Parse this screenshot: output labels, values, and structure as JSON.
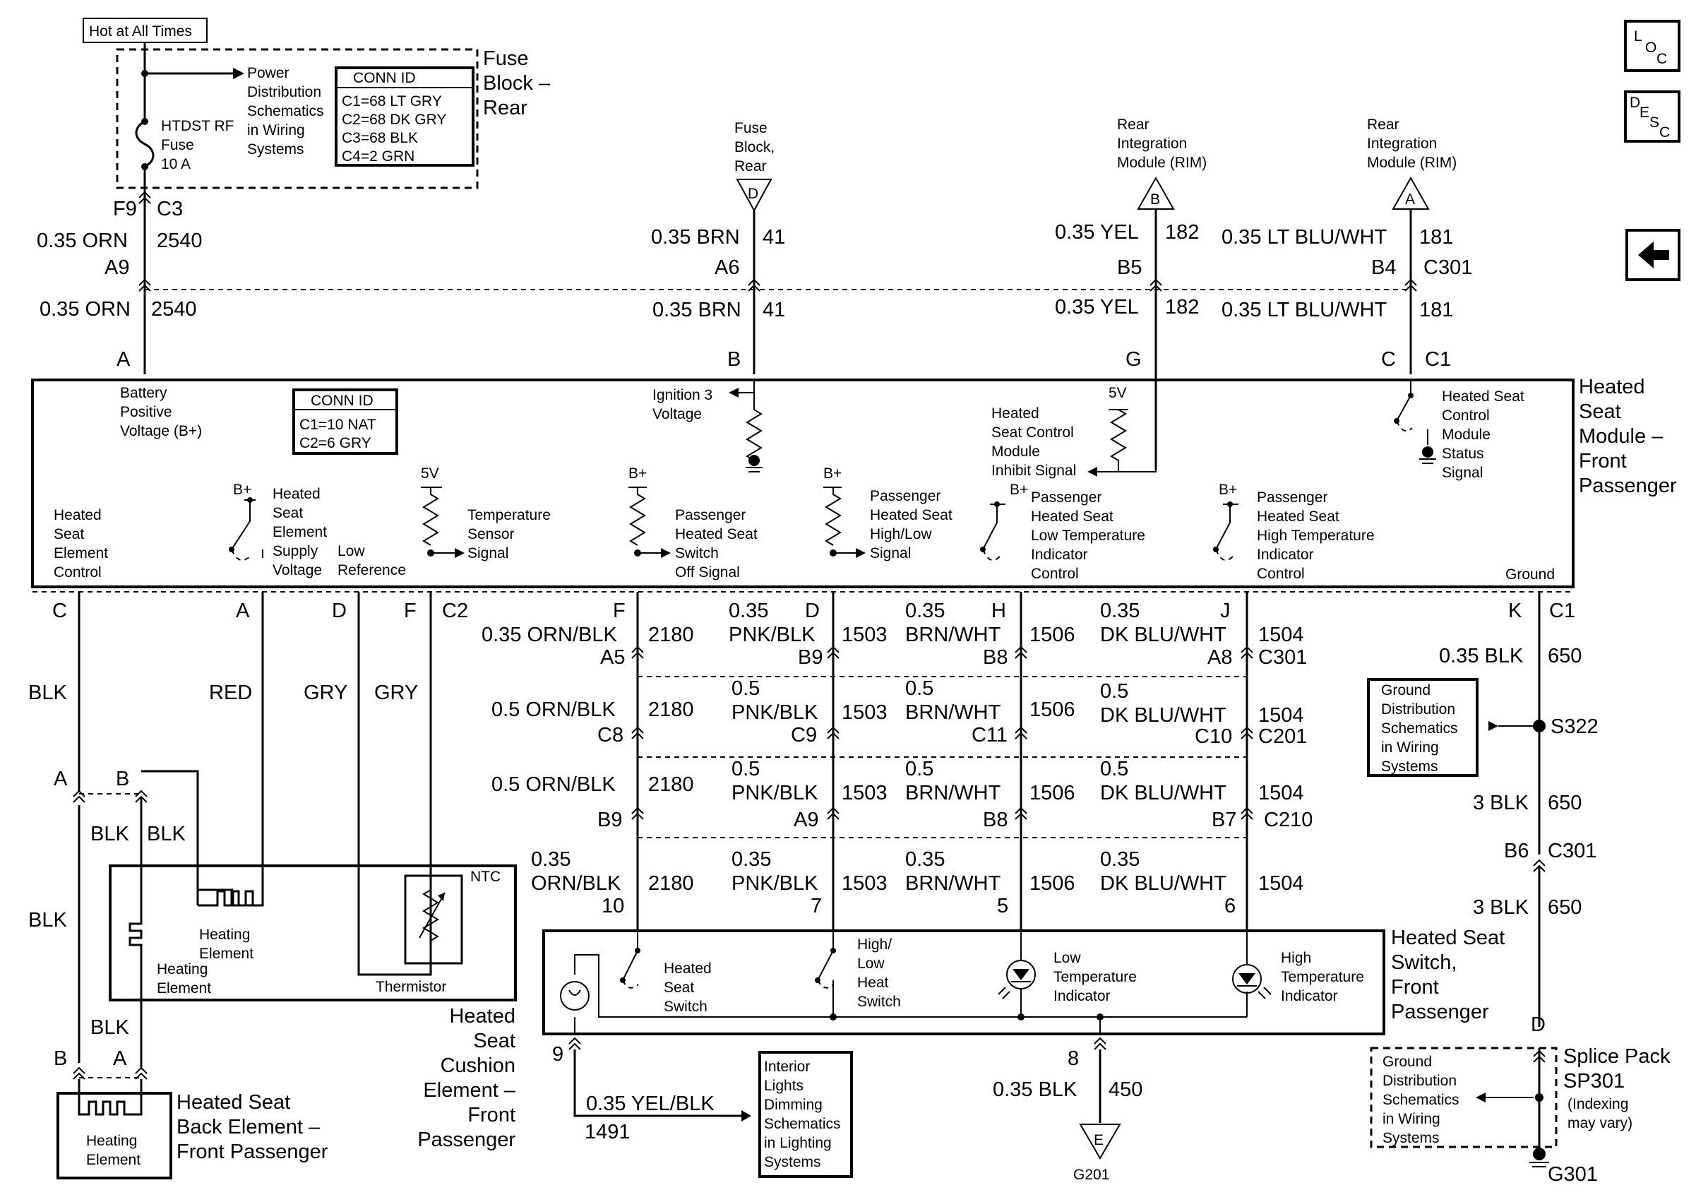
{
  "hot_label": "Hot at All Times",
  "fuse_block_rear": {
    "title": [
      "Fuse",
      "Block –",
      "Rear"
    ],
    "power_dist_ref": [
      "Power",
      "Distribution",
      "Schematics",
      "in Wiring",
      "Systems"
    ],
    "fuse_label": [
      "HTDST RF",
      "Fuse",
      "10 A"
    ],
    "conn_id": {
      "header": "CONN ID",
      "lines": [
        "C1=68 LT GRY",
        "C2=68 DK GRY",
        "C3=68 BLK",
        "C4=2 GRN"
      ]
    }
  },
  "inputs": {
    "fuse_d": {
      "label": [
        "Fuse",
        "Block,",
        "Rear"
      ],
      "letter": "D"
    },
    "rim_b": {
      "label": [
        "Rear",
        "Integration",
        "Module (RIM)"
      ],
      "letter": "B"
    },
    "rim_a": {
      "label": [
        "Rear",
        "Integration",
        "Module (RIM)"
      ],
      "letter": "A"
    }
  },
  "upper_wires": {
    "orn": {
      "pin_top": "F9",
      "conn_top": "C3",
      "wire1": "0.35 ORN",
      "circ1": "2540",
      "pin_mid": "A9",
      "wire2": "0.35 ORN",
      "circ2": "2540",
      "module_pin": "A"
    },
    "brn": {
      "wire1": "0.35 BRN",
      "circ1": "41",
      "pin_mid": "A6",
      "wire2": "0.35 BRN",
      "circ2": "41",
      "module_pin": "B"
    },
    "yel": {
      "wire1": "0.35 YEL",
      "circ1": "182",
      "pin_mid": "B5",
      "wire2": "0.35 YEL",
      "circ2": "182",
      "module_pin": "G"
    },
    "ltblu": {
      "wire1": "0.35 LT BLU/WHT",
      "circ1": "181",
      "pin_mid": "B4",
      "conn_mid": "C301",
      "wire2": "0.35 LT BLU/WHT",
      "circ2": "181",
      "module_pin": "C",
      "module_conn": "C1"
    }
  },
  "module": {
    "title": [
      "Heated",
      "Seat",
      "Module –",
      "Front",
      "Passenger"
    ],
    "battery": [
      "Battery",
      "Positive",
      "Voltage (B+)"
    ],
    "conn_id": {
      "header": "CONN ID",
      "lines": [
        "C1=10 NAT",
        "C2=6 GRY"
      ]
    },
    "ignition": [
      "Ignition 3",
      "Voltage"
    ],
    "inhibit": [
      "Heated",
      "Seat Control",
      "Module",
      "Inhibit Signal"
    ],
    "status": [
      "Heated Seat",
      "Control",
      "Module",
      "Status",
      "Signal"
    ],
    "element_control": [
      "Heated",
      "Seat",
      "Element",
      "Control"
    ],
    "supply": [
      "Heated",
      "Seat",
      "Element",
      "Supply",
      "Voltage"
    ],
    "low_ref": [
      "Low",
      "Reference"
    ],
    "temp_sensor": [
      "Temperature",
      "Sensor",
      "Signal"
    ],
    "switch_off": [
      "Passenger",
      "Heated Seat",
      "Switch",
      "Off Signal"
    ],
    "high_low": [
      "Passenger",
      "Heated Seat",
      "High/Low",
      "Signal"
    ],
    "low_temp": [
      "Passenger",
      "Heated Seat",
      "Low Temperature",
      "Indicator",
      "Control"
    ],
    "high_temp": [
      "Passenger",
      "Heated Seat",
      "High Temperature",
      "Indicator",
      "Control"
    ],
    "ground": "Ground",
    "bplus": "B+",
    "fivev": "5V"
  },
  "bottom_pins": {
    "c": "C",
    "a": "A",
    "d": "D",
    "f_left": "F",
    "c2": "C2",
    "f": "F",
    "d2": "D",
    "h": "H",
    "j": "J",
    "k": "K",
    "c1": "C1"
  },
  "left_wires": {
    "blk": "BLK",
    "red": "RED",
    "gry1": "GRY",
    "gry2": "GRY",
    "pin_a": "A",
    "pin_b": "B",
    "blk_a": "BLK",
    "blk_b": "BLK",
    "blk_long": "BLK",
    "blk_low": "BLK",
    "pin_b2": "B",
    "pin_a2": "A"
  },
  "switch_wires": {
    "row1": {
      "orn": "0.35 ORN/BLK",
      "orn_c": "2180",
      "orn_pin": "A5",
      "pnk_g": "0.35",
      "pnk": "PNK/BLK",
      "pnk_c": "1503",
      "pnk_pin": "B9",
      "brn_g": "0.35",
      "brn": "BRN/WHT",
      "brn_c": "1506",
      "brn_pin": "B8",
      "dkb_g": "0.35",
      "dkb": "DK BLU/WHT",
      "dkb_c": "1504",
      "dkb_pin": "A8",
      "conn": "C301"
    },
    "row2": {
      "orn": "0.5 ORN/BLK",
      "orn_c": "2180",
      "orn_pin": "C8",
      "pnk_g": "0.5",
      "pnk": "PNK/BLK",
      "pnk_c": "1503",
      "pnk_pin": "C9",
      "brn_g": "0.5",
      "brn": "BRN/WHT",
      "brn_c": "1506",
      "brn_pin": "C11",
      "dkb_g": "0.5",
      "dkb": "DK BLU/WHT",
      "dkb_c": "1504",
      "dkb_pin": "C10",
      "conn": "C201"
    },
    "row3": {
      "orn": "0.5 ORN/BLK",
      "orn_c": "2180",
      "orn_pin": "B9",
      "pnk_g": "0.5",
      "pnk": "PNK/BLK",
      "pnk_c": "1503",
      "pnk_pin": "A9",
      "brn_g": "0.5",
      "brn": "BRN/WHT",
      "brn_c": "1506",
      "brn_pin": "B8",
      "dkb_g": "0.5",
      "dkb": "DK BLU/WHT",
      "dkb_c": "1504",
      "dkb_pin": "B7",
      "conn": "C210"
    },
    "row4": {
      "orn_g": "0.35",
      "orn": "ORN/BLK",
      "orn_c": "2180",
      "orn_pin": "10",
      "pnk_g": "0.35",
      "pnk": "PNK/BLK",
      "pnk_c": "1503",
      "pnk_pin": "7",
      "brn_g": "0.35",
      "brn": "BRN/WHT",
      "brn_c": "1506",
      "brn_pin": "5",
      "dkb_g": "0.35",
      "dkb": "DK BLU/WHT",
      "dkb_c": "1504",
      "dkb_pin": "6"
    }
  },
  "ground_path": {
    "wire1": "0.35 BLK",
    "circ1": "650",
    "splice": "S322",
    "gd_ref": [
      "Ground",
      "Distribution",
      "Schematics",
      "in Wiring",
      "Systems"
    ],
    "wire2": "3 BLK",
    "circ2": "650",
    "pin": "B6",
    "conn": "C301",
    "wire3": "3 BLK",
    "circ3": "650",
    "pin_d": "D",
    "splice_pack": [
      "Splice Pack",
      "SP301",
      "(Indexing",
      "may vary)"
    ],
    "gd_ref2": [
      "Ground",
      "Distribution",
      "Schematics",
      "in Wiring",
      "Systems"
    ],
    "g301": "G301"
  },
  "cushion": {
    "title": [
      "Heated",
      "Seat",
      "Cushion",
      "Element –",
      "Front",
      "Passenger"
    ],
    "heating_elem1": [
      "Heating",
      "Element"
    ],
    "heating_elem2": [
      "Heating",
      "Element"
    ],
    "ntc": "NTC",
    "thermistor": "Thermistor"
  },
  "back_element": {
    "title": [
      "Heated Seat",
      "Back Element –",
      "Front Passenger"
    ],
    "heating": [
      "Heating",
      "Element"
    ]
  },
  "switch": {
    "title": [
      "Heated Seat",
      "Switch,",
      "Front",
      "Passenger"
    ],
    "heated_sw": [
      "Heated",
      "Seat",
      "Switch"
    ],
    "hilo_sw": [
      "High/",
      "Low",
      "Heat",
      "Switch"
    ],
    "low_ind": [
      "Low",
      "Temperature",
      "Indicator"
    ],
    "high_ind": [
      "High",
      "Temperature",
      "Indicator"
    ]
  },
  "bottom": {
    "pin9": "9",
    "yel": "0.35 YEL/BLK",
    "yel_c": "1491",
    "ild_ref": [
      "Interior",
      "Lights",
      "Dimming",
      "Schematics",
      "in Lighting",
      "Systems"
    ],
    "pin8": "8",
    "blk": "0.35 BLK",
    "blk_c": "450",
    "gnd_letter": "E",
    "g201": "G201"
  },
  "nav": {
    "loc": [
      "L",
      "O",
      "C"
    ],
    "desc": [
      "D",
      "E",
      "S",
      "C"
    ],
    "back_icon": "left-arrow-icon"
  }
}
